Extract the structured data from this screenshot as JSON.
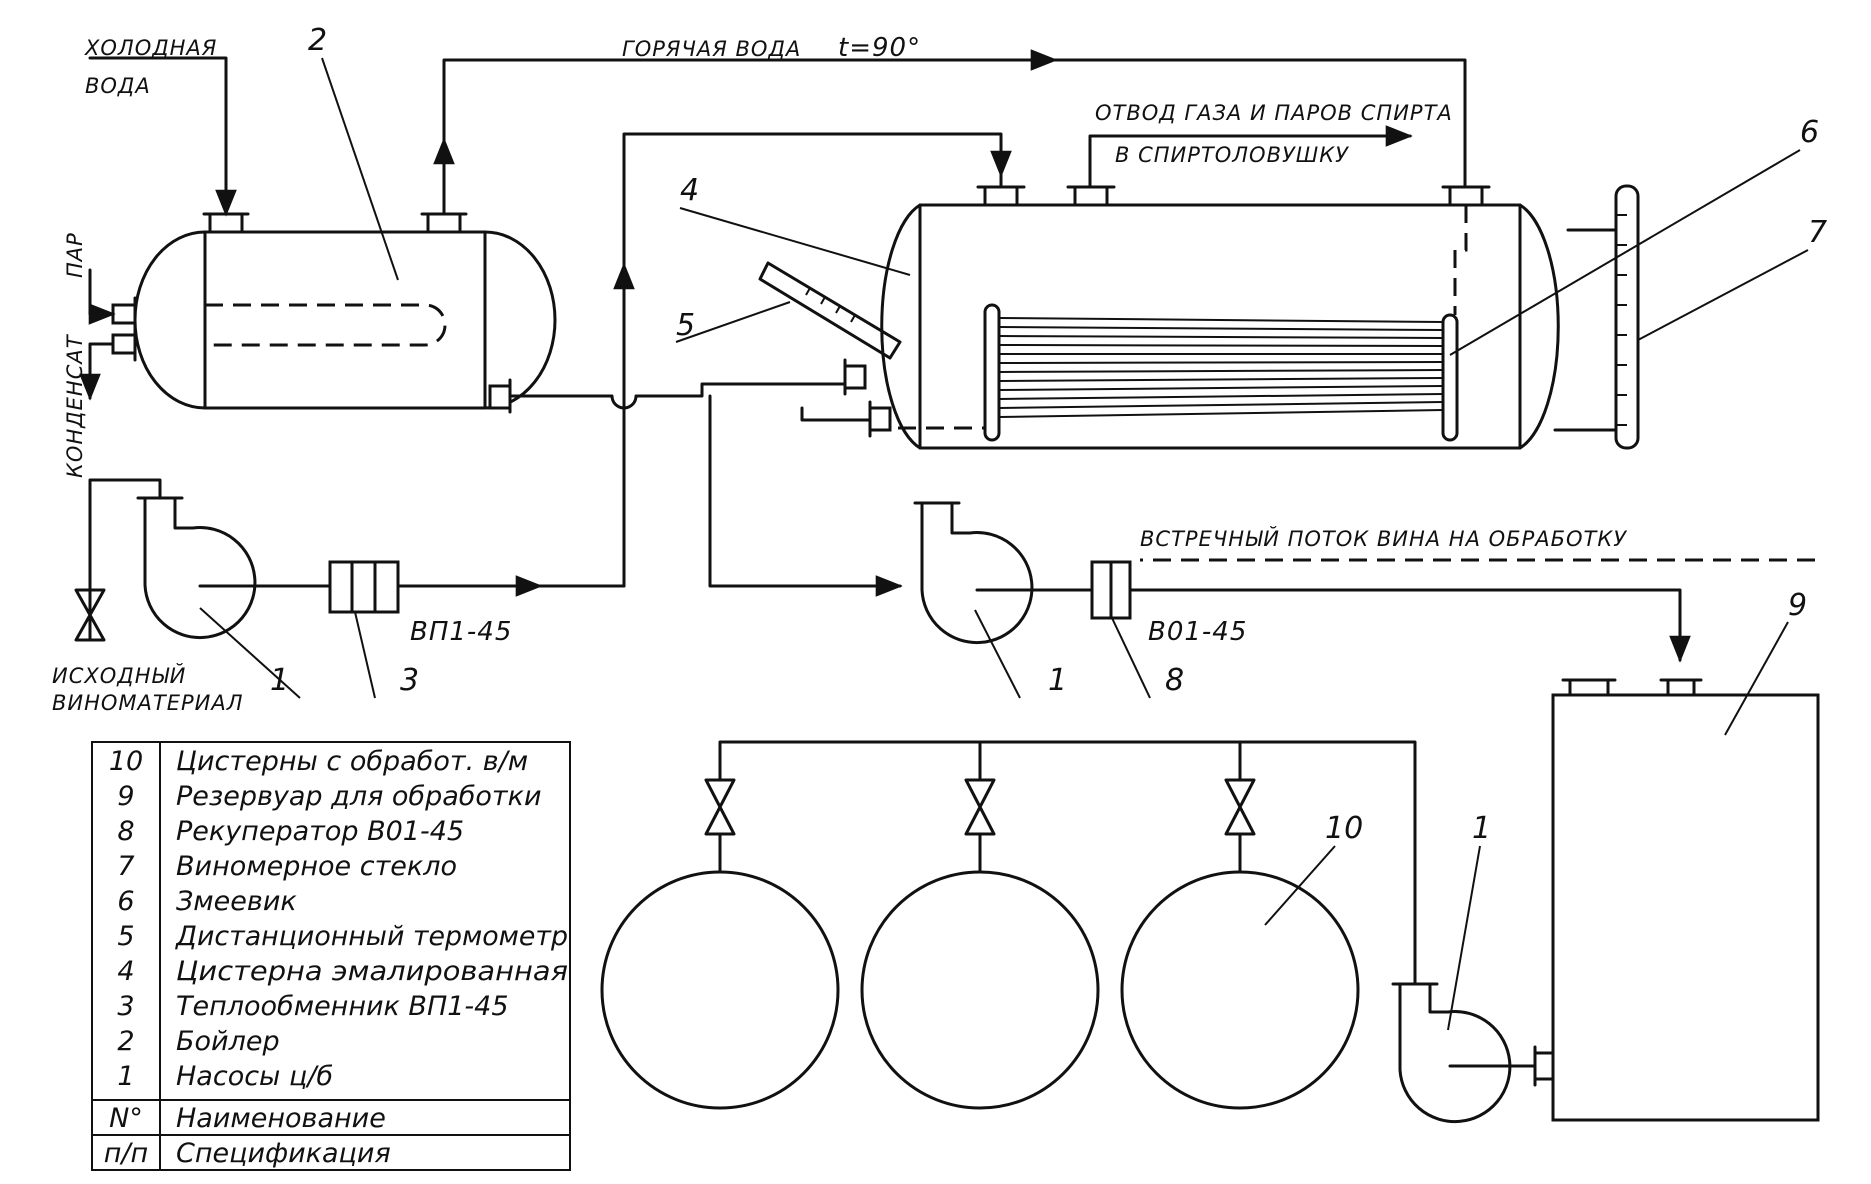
{
  "labels": {
    "cold_water": [
      "ХОЛОДНАЯ",
      "ВОДА"
    ],
    "hot_water": "ГОРЯЧАЯ ВОДА",
    "hot_water_temp": "t=90°",
    "gas_exhaust": [
      "ОТВОД ГАЗА И ПАРОВ СПИРТА",
      "В СПИРТОЛОВУШКУ"
    ],
    "steam": "ПАР",
    "condensate": "КОНДЕНСАТ",
    "source_wine": [
      "ИСХОДНЫЙ",
      "ВИНОМАТЕРИАЛ"
    ],
    "counter_flow": "ВСТРЕЧНЫЙ ПОТОК ВИНА НА ОБРАБОТКУ",
    "vp_model": "ВП1-45",
    "vo_model": "В01-45"
  },
  "callouts": {
    "n1a": "1",
    "n1b": "1",
    "n1c": "1",
    "n2": "2",
    "n3": "3",
    "n4": "4",
    "n5": "5",
    "n6": "6",
    "n7": "7",
    "n8": "8",
    "n9": "9",
    "n10": "10"
  },
  "legend": {
    "rows": [
      {
        "no": "10",
        "name": "Цистерны с обработ. в/м"
      },
      {
        "no": "9",
        "name": "Резервуар для обработки"
      },
      {
        "no": "8",
        "name": "Рекуператор В01-45"
      },
      {
        "no": "7",
        "name": "Виномерное стекло"
      },
      {
        "no": "6",
        "name": "Змеевик"
      },
      {
        "no": "5",
        "name": "Дистанционный термометр"
      },
      {
        "no": "4",
        "name": "Цистерна эмалированная"
      },
      {
        "no": "3",
        "name": "Теплообменник ВП1-45"
      },
      {
        "no": "2",
        "name": "Бойлер"
      },
      {
        "no": "1",
        "name": "Насосы ц/б"
      }
    ],
    "header1": {
      "no": "N°",
      "name": "Наименование"
    },
    "header2": {
      "no": "п/п",
      "name": "Спецификация"
    }
  }
}
